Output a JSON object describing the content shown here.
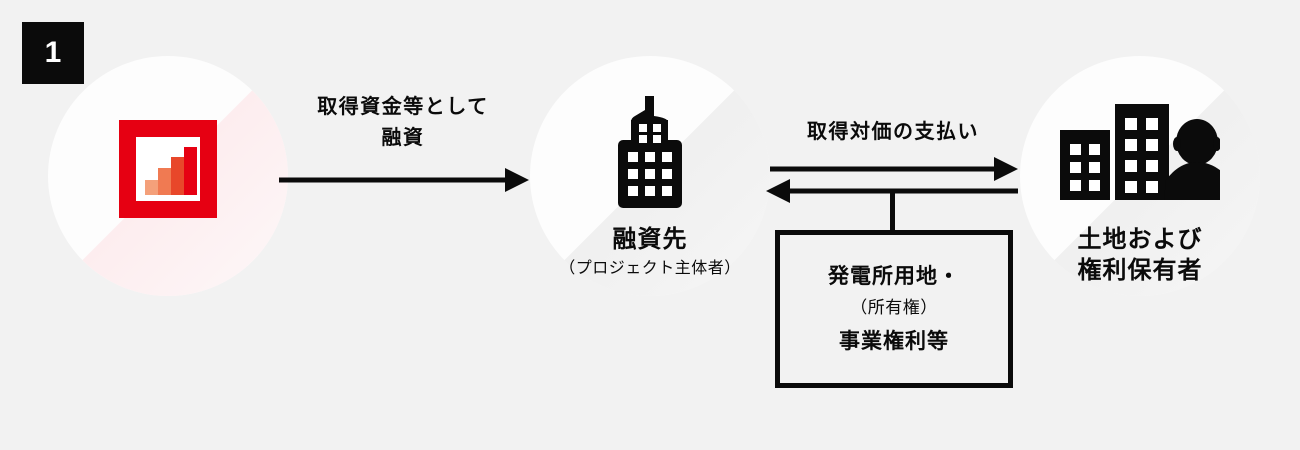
{
  "diagram": {
    "step_number": "1",
    "background_color": "#f2f2f2",
    "accent_color": "#e60012",
    "ink_color": "#0b0b0b",
    "nodes": [
      {
        "id": "lender",
        "icon": "bar-chart-finance-icon",
        "label_main": "",
        "label_sub": ""
      },
      {
        "id": "borrower",
        "icon": "skyscraper-icon",
        "label_main": "融資先",
        "label_sub": "（プロジェクト主体者）"
      },
      {
        "id": "landholder",
        "icon": "buildings-and-person-icon",
        "label_main": "土地および",
        "label_main2": "権利保有者",
        "label_sub": ""
      }
    ],
    "arrows": [
      {
        "id": "loan-arrow",
        "label": "取得資金等として\n融資",
        "direction": "right"
      },
      {
        "id": "payment-arrow",
        "label": "取得対価の支払い",
        "direction": "right"
      },
      {
        "id": "transfer-arrow",
        "label": "",
        "direction": "left"
      }
    ],
    "asset_box": {
      "line1": "発電所用地・",
      "line2": "（所有権）",
      "line3": "事業権利等"
    }
  }
}
